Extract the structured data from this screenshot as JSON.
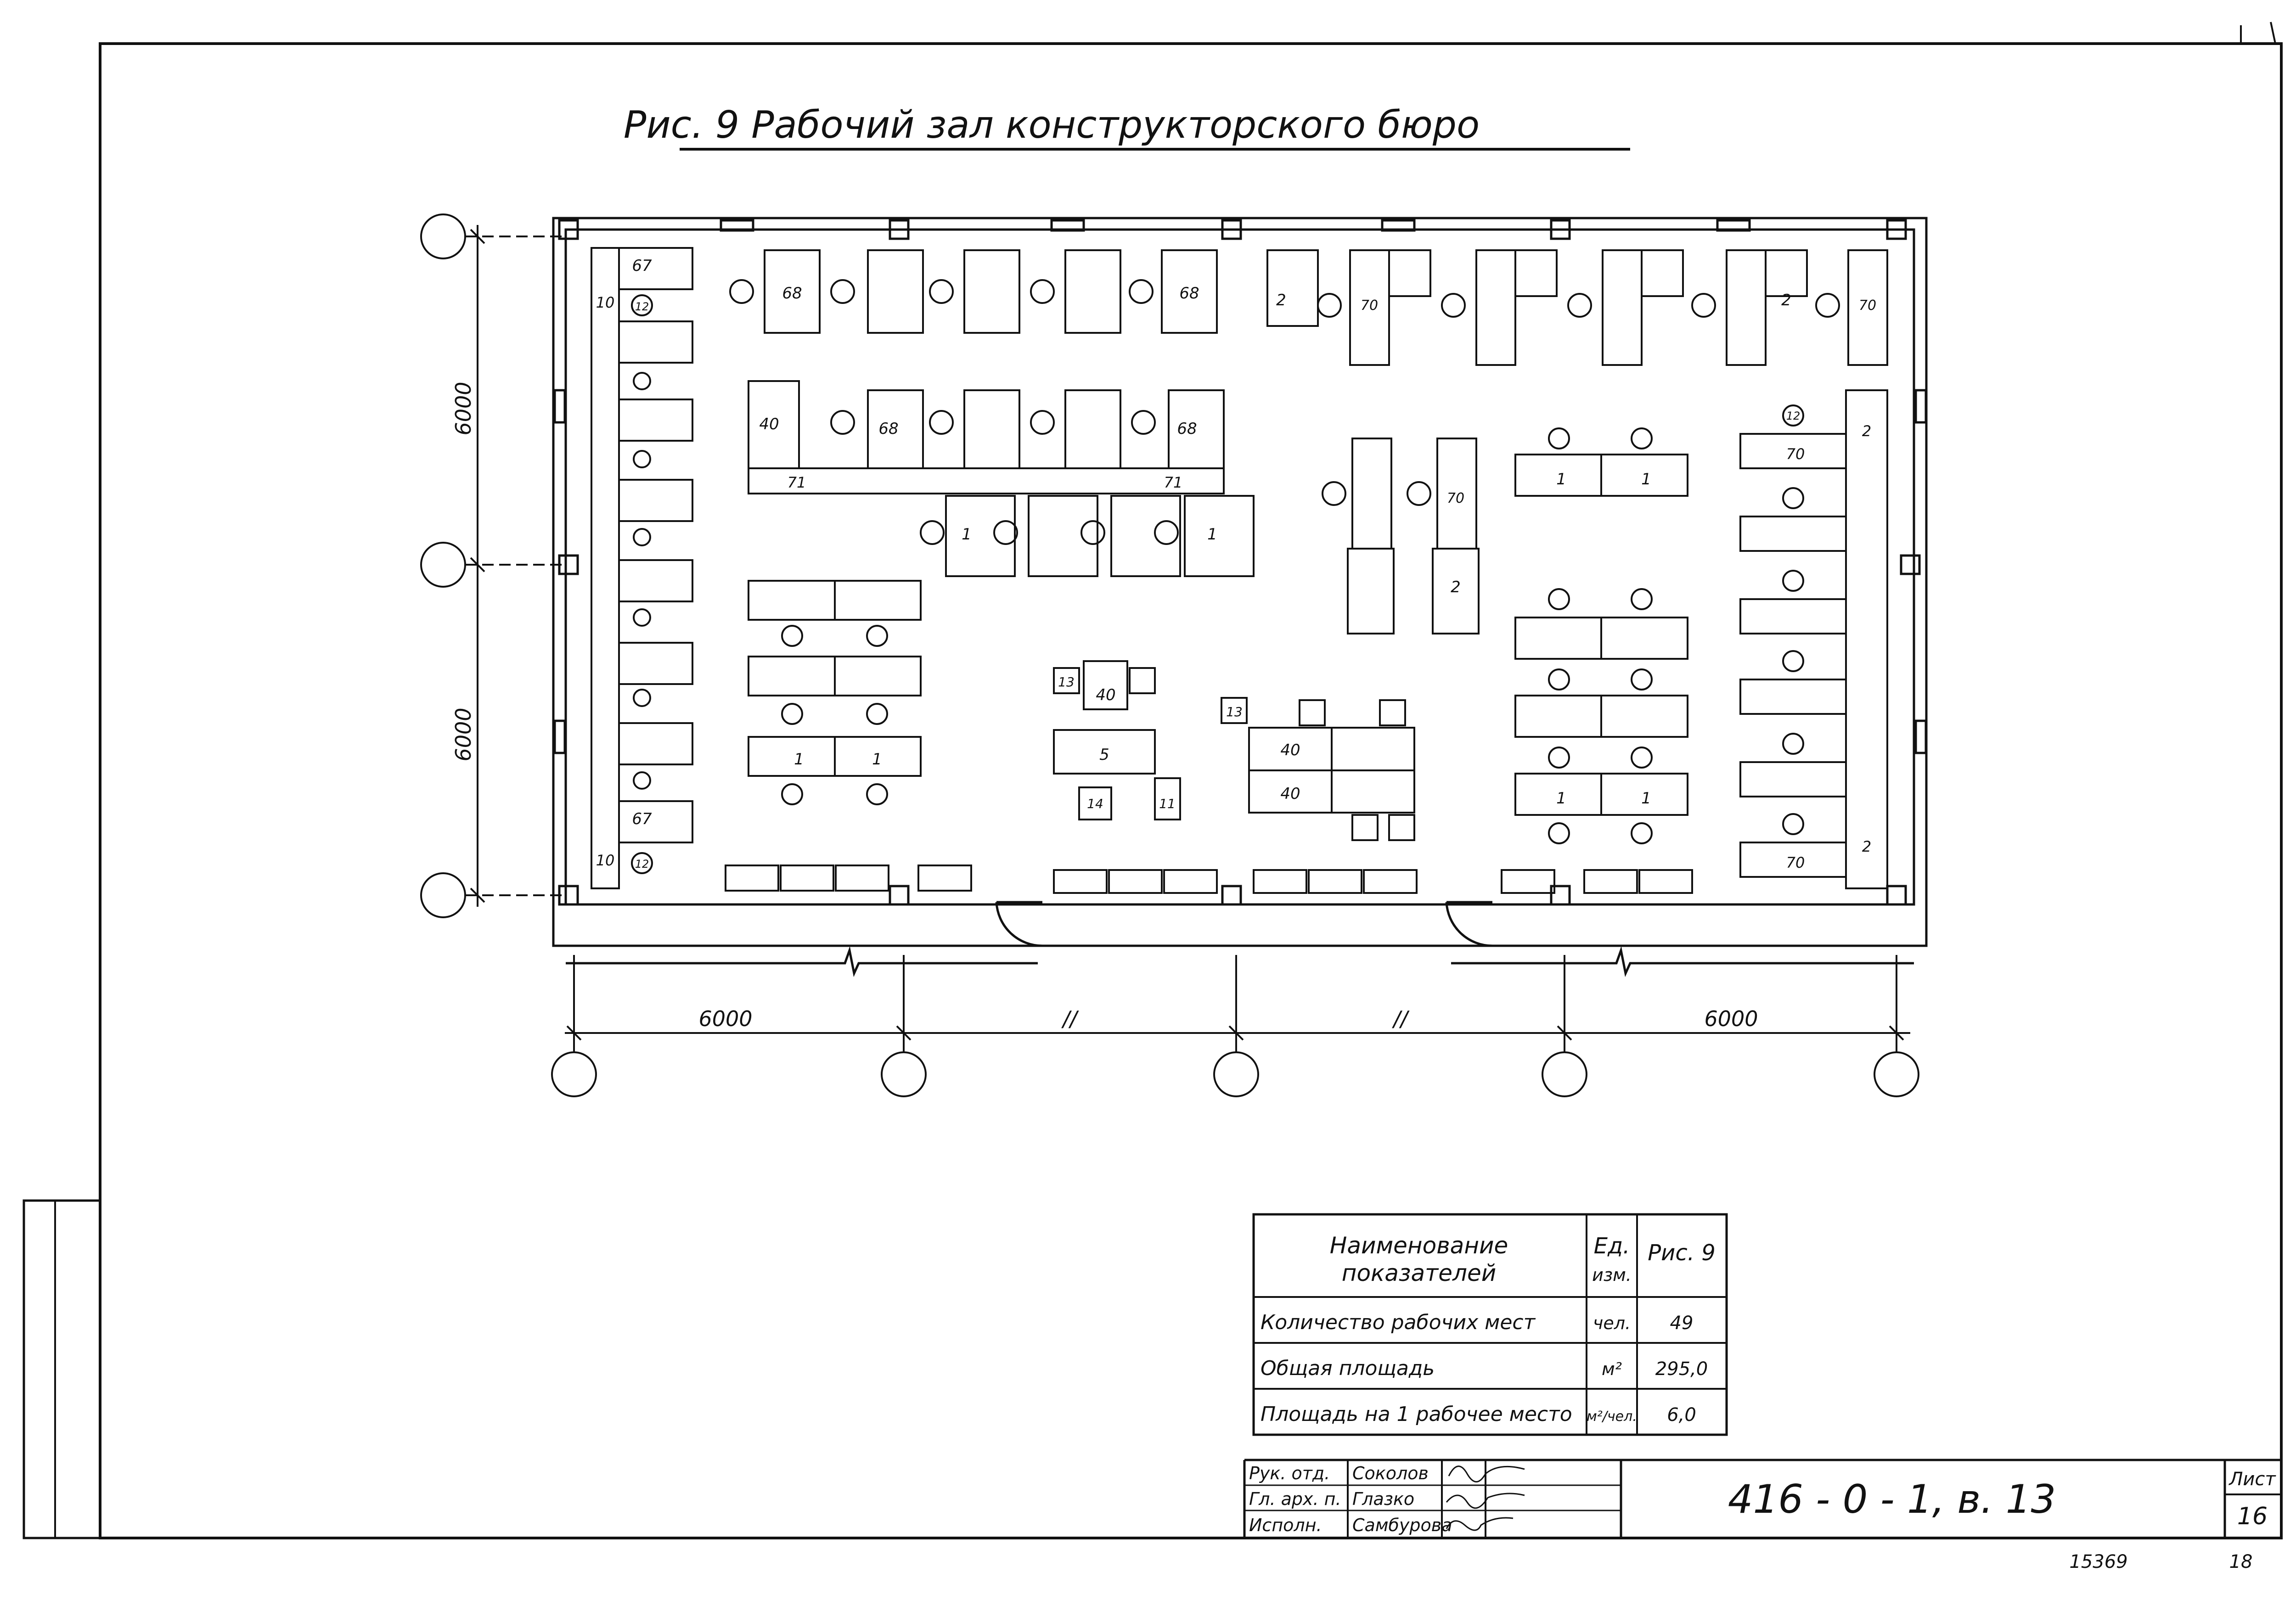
{
  "drawing": {
    "title": "Рис. 9   Рабочий   зал   конструкторского   бюро",
    "dimensions": {
      "bottom_left": "6000",
      "bottom_right": "6000",
      "bottom_break_1": "//",
      "bottom_break_2": "//",
      "left_upper": "6000",
      "left_lower": "6000"
    },
    "labels": {
      "n67": "67",
      "n10": "10",
      "n12": "12",
      "n68": "68",
      "n2": "2",
      "n70": "70",
      "n40": "40",
      "n71": "71",
      "n1": "1",
      "n13": "13",
      "n5": "5",
      "n14": "14",
      "n11": "11"
    }
  },
  "indicators_table": {
    "header_name": "Наименование показателей",
    "header_name_l1": "Наименование",
    "header_name_l2": "показателей",
    "header_unit_l1": "Ед.",
    "header_unit_l2": "изм.",
    "header_fig": "Рис. 9",
    "rows": [
      {
        "name": "Количество рабочих мест",
        "unit": "чел.",
        "value": "49"
      },
      {
        "name": "Общая площадь",
        "unit": "м²",
        "value": "295,0"
      },
      {
        "name": "Площадь на 1 рабочее место",
        "unit": "м²/чел.",
        "value": "6,0"
      }
    ]
  },
  "stamp": {
    "roles": [
      "Рук. отд.",
      "Гл. арх. п.",
      "Исполн."
    ],
    "names": [
      "Соколов",
      "Глазко",
      "Самбурова"
    ],
    "signatures": [
      "Sokolov",
      "Glazko",
      "Samburova"
    ],
    "doc_code": "416 - 0 - 1,   в. 13",
    "sheet_label": "Лист",
    "sheet_number": "16"
  },
  "footer": {
    "archive_no": "15369",
    "page_no": "18"
  }
}
